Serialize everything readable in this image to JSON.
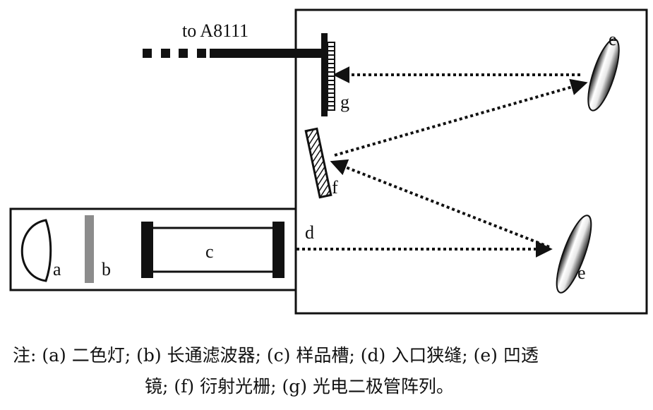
{
  "diagram": {
    "connection_label": "to A8111",
    "labels": {
      "a": "a",
      "b": "b",
      "c": "c",
      "d": "d",
      "e_top": "e",
      "e_bottom": "e",
      "f": "f",
      "g": "g"
    }
  },
  "caption": {
    "line1": "注: (a) 二色灯; (b) 长通滤波器; (c) 样品槽; (d) 入口狭缝; (e) 凹透",
    "line2": "镜; (f) 衍射光栅; (g) 光电二极管阵列。"
  }
}
